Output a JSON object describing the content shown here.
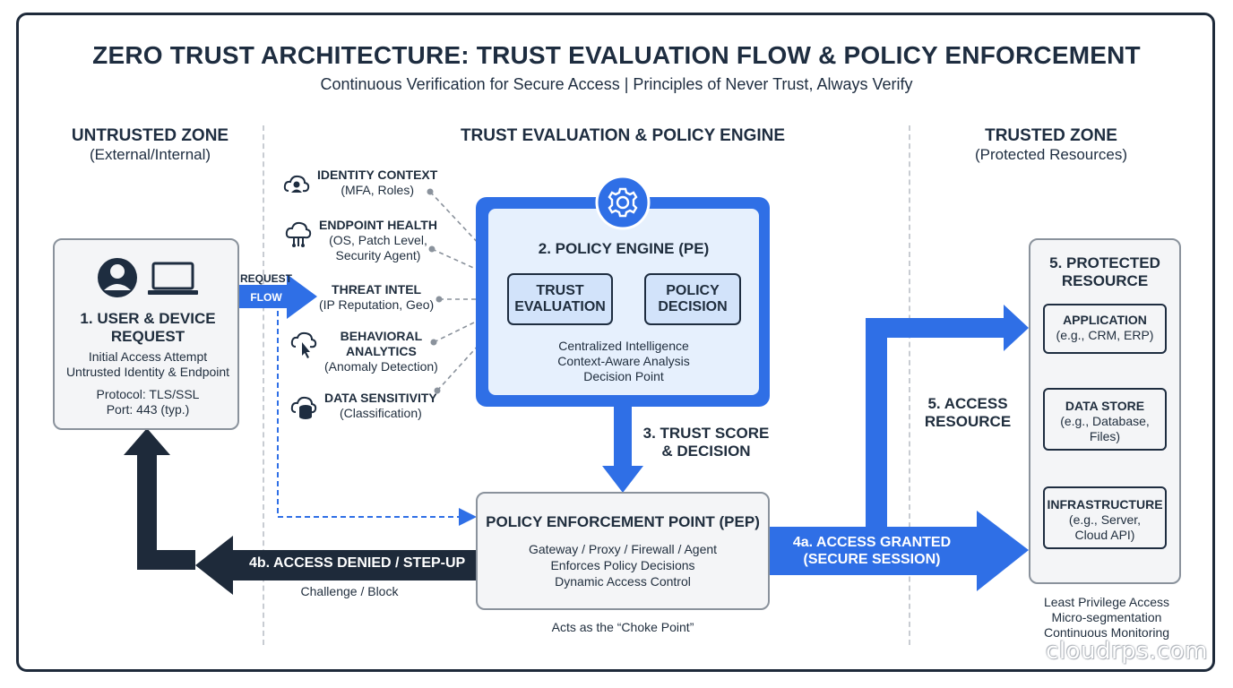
{
  "title": "ZERO TRUST ARCHITECTURE: TRUST EVALUATION FLOW & POLICY ENFORCEMENT",
  "subtitle": "Continuous Verification for Secure Access | Principles of Never Trust, Always Verify",
  "zones": {
    "untrusted": {
      "heading": "UNTRUSTED ZONE",
      "sub": "(External/Internal)"
    },
    "engine": {
      "heading": "TRUST EVALUATION & POLICY ENGINE"
    },
    "trusted": {
      "heading": "TRUSTED ZONE",
      "sub": "(Protected Resources)"
    }
  },
  "user_request": {
    "title_line1": "1. USER & DEVICE",
    "title_line2": "REQUEST",
    "line1": "Initial Access Attempt",
    "line2": "Untrusted Identity & Endpoint",
    "line3": "Protocol: TLS/SSL",
    "line4": "Port: 443 (typ.)",
    "icons": [
      "user-icon",
      "laptop-icon"
    ]
  },
  "request_flow": {
    "line1": "REQUEST",
    "line2": "FLOW"
  },
  "context": [
    {
      "title": "IDENTITY CONTEXT",
      "detail1": "(MFA, Roles)",
      "detail2": "",
      "icon": "cloud-user-icon"
    },
    {
      "title": "ENDPOINT HEALTH",
      "detail1": "(OS, Patch Level,",
      "detail2": "Security Agent)",
      "icon": "cloud-network-icon"
    },
    {
      "title": "THREAT INTEL",
      "detail1": "(IP Reputation, Geo)",
      "detail2": "",
      "icon": ""
    },
    {
      "title": "BEHAVIORAL",
      "title2": "ANALYTICS",
      "detail1": "(Anomaly Detection)",
      "detail2": "",
      "icon": "cloud-pointer-icon"
    },
    {
      "title": "DATA SENSITIVITY",
      "detail1": "(Classification)",
      "detail2": "",
      "icon": "cloud-database-icon"
    }
  ],
  "policy_engine": {
    "title": "2. POLICY ENGINE (PE)",
    "trust_eval_line1": "TRUST",
    "trust_eval_line2": "EVALUATION",
    "decision_line1": "POLICY",
    "decision_line2": "DECISION",
    "line1": "Centralized Intelligence",
    "line2": "Context-Aware Analysis",
    "line3": "Decision Point",
    "icon": "gear-icon"
  },
  "trust_score": {
    "line1": "3. TRUST SCORE",
    "line2": "& DECISION"
  },
  "pep": {
    "title": "POLICY ENFORCEMENT POINT (PEP)",
    "line1": "Gateway / Proxy / Firewall / Agent",
    "line2": "Enforces Policy Decisions",
    "line3": "Dynamic Access Control",
    "caption": "Acts as the “Choke Point”"
  },
  "denied": {
    "label": "4b. ACCESS DENIED / STEP-UP",
    "caption": "Challenge / Block"
  },
  "granted": {
    "line1": "4a. ACCESS GRANTED",
    "line2": "(SECURE SESSION)"
  },
  "access_resource": {
    "line1": "5. ACCESS",
    "line2": "RESOURCE"
  },
  "protected": {
    "title_line1": "5. PROTECTED",
    "title_line2": "RESOURCE",
    "items": [
      {
        "title": "APPLICATION",
        "detail1": "(e.g., CRM, ERP)",
        "detail2": ""
      },
      {
        "title": "DATA STORE",
        "detail1": "(e.g., Database,",
        "detail2": "Files)"
      },
      {
        "title": "INFRASTRUCTURE",
        "detail1": "(e.g., Server,",
        "detail2": "Cloud API)"
      }
    ],
    "notes": [
      "Least Privilege Access",
      "Micro-segmentation",
      "Continuous Monitoring"
    ]
  },
  "watermark": "cloudrps.com",
  "colors": {
    "accent": "#2f6fe6",
    "dark": "#1e2a3a",
    "panel": "#e6f0fd"
  }
}
